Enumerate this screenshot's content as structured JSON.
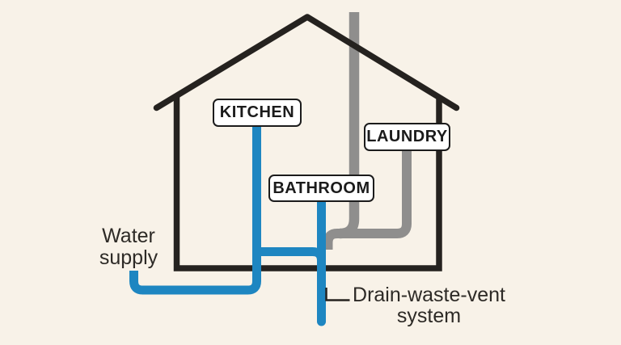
{
  "colors": {
    "background": "#f8f2e8",
    "house_outline": "#25221f",
    "water_pipe": "#1e86c1",
    "drain_pipe": "#8f8e8d",
    "annotation_text": "#2d2a26",
    "label_text": "#1b1b1b",
    "label_background": "#ffffff",
    "label_border": "#1c1c1c"
  },
  "room_labels": {
    "kitchen": "KITCHEN",
    "laundry": "LAUNDRY",
    "bathroom": "BATHROOM"
  },
  "annotations": {
    "water_supply": "Water\nsupply",
    "drain_waste_vent": "Drain-waste-vent\nsystem"
  }
}
